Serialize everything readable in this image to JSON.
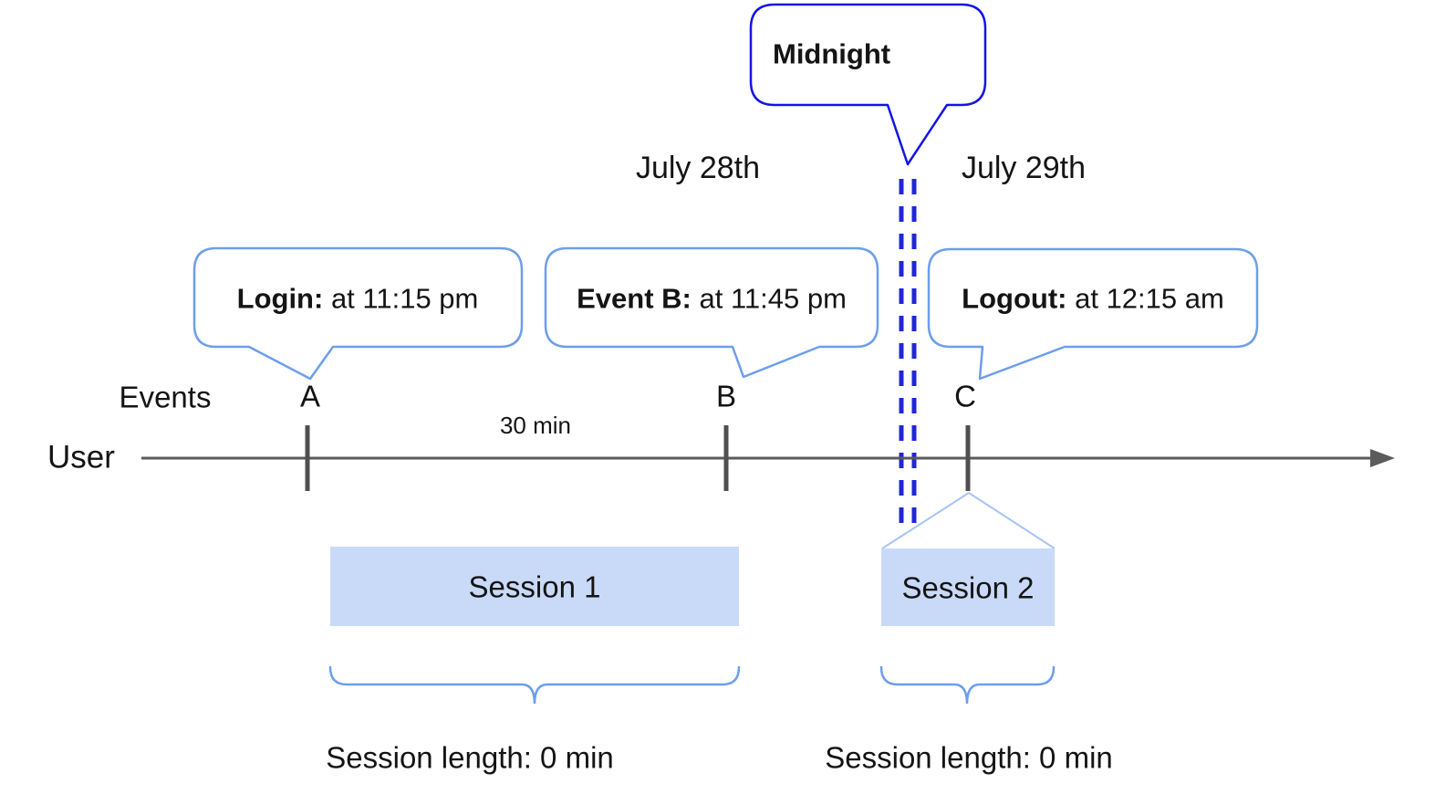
{
  "colors": {
    "bubble_border": "#6d9eeb",
    "midnight_border": "#1414e6",
    "dash": "#2026d8",
    "session_fill": "#c9daf8",
    "funnel": "#a7c4f7",
    "line": "#5b5b5b",
    "tick": "#4f4f4f",
    "brace": "#6d9eeb"
  },
  "midnight": {
    "label": "Midnight"
  },
  "dates": {
    "left": "July 28th",
    "right": "July 29th"
  },
  "axis": {
    "events_label": "Events",
    "user_label": "User",
    "interval_label": "30 min",
    "markers": [
      "A",
      "B",
      "C"
    ]
  },
  "event_bubbles": [
    {
      "prefix": "Login:",
      "text": " at 11:15 pm"
    },
    {
      "prefix": "Event B:",
      "text": " at 11:45 pm"
    },
    {
      "prefix": "Logout:",
      "text": " at 12:15 am"
    }
  ],
  "sessions": [
    {
      "label": "Session 1",
      "length_label": "Session length: 0 min"
    },
    {
      "label": "Session 2",
      "length_label": "Session length: 0 min"
    }
  ]
}
